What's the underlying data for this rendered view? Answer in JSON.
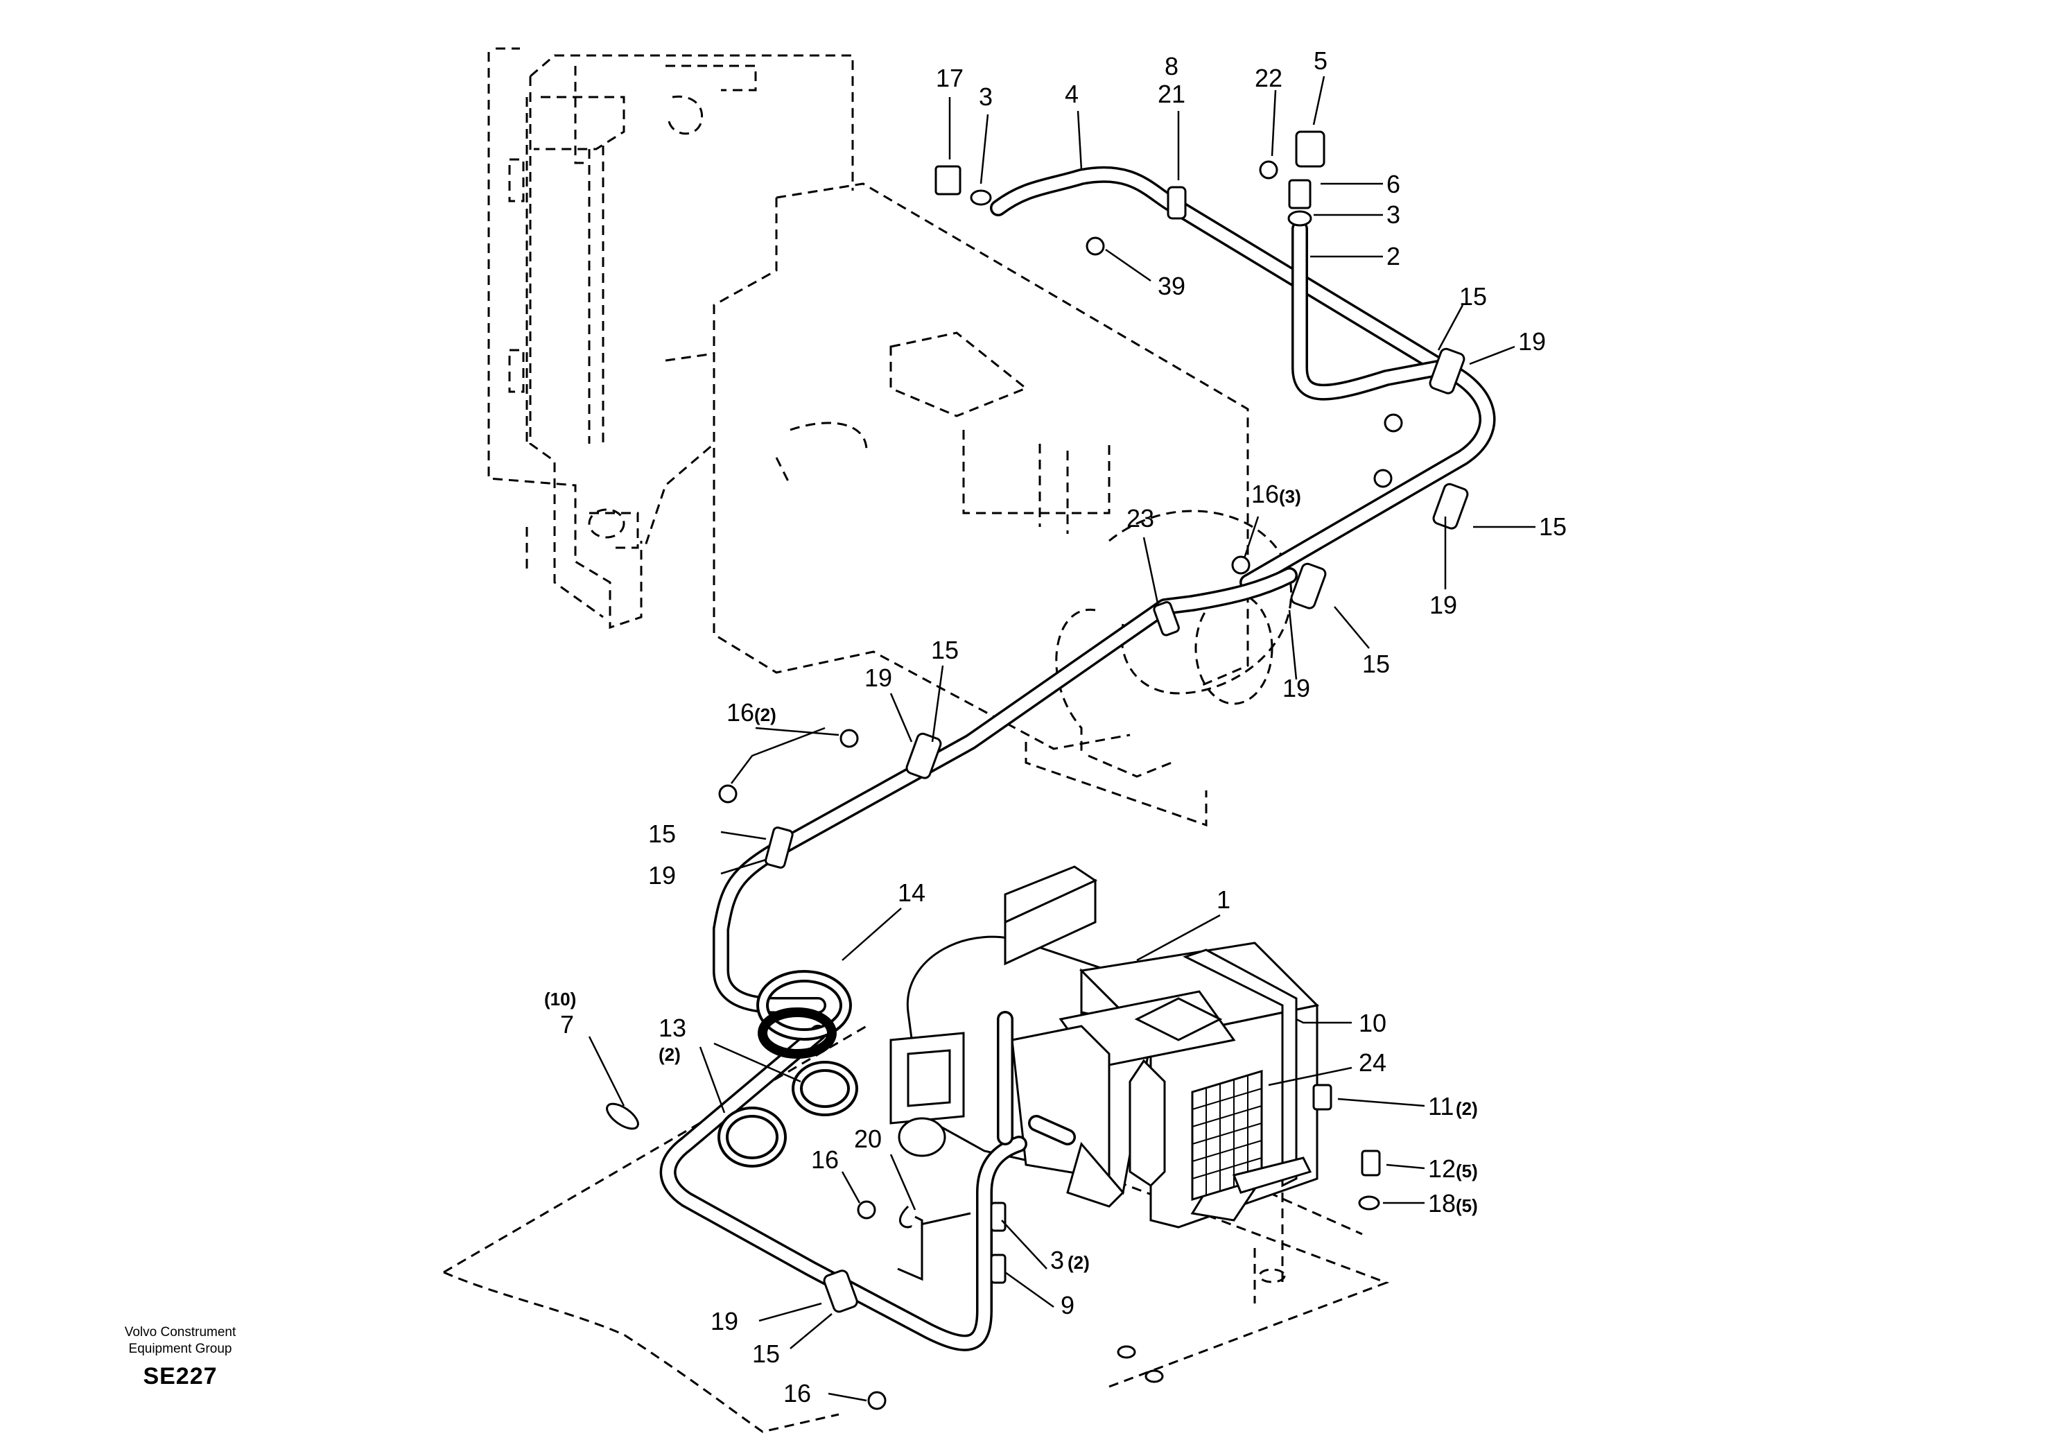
{
  "footer": {
    "company_line1": "Volvo Construment",
    "company_line2": "Equipment Group",
    "drawing_code": "SE227"
  },
  "callouts": {
    "c17": "17",
    "c3_top": "3",
    "c4": "4",
    "c8": "8",
    "c21": "21",
    "c22": "22",
    "c5": "5",
    "c6": "6",
    "c3_mid": "3",
    "c2": "2",
    "c39": "39",
    "c15_a": "15",
    "c19_a": "19",
    "c15_b": "15",
    "c19_b": "19",
    "c16_3": "16",
    "c16_3_qty": "(3)",
    "c23": "23",
    "c19_c": "19",
    "c15_c": "15",
    "c15_d": "15",
    "c19_d": "19",
    "c16_2": "16",
    "c16_2_qty": "(2)",
    "c15_e": "15",
    "c19_e": "19",
    "c14": "14",
    "c1": "1",
    "c10": "10",
    "c24": "24",
    "c7_qty": "(10)",
    "c7": "7",
    "c13": "13",
    "c13_qty": "(2)",
    "c11": "11",
    "c11_qty": "(2)",
    "c12": "12",
    "c12_qty": "(5)",
    "c18": "18",
    "c18_qty": "(5)",
    "c16_f": "16",
    "c20": "20",
    "c3_low": "3",
    "c3_low_qty": "(2)",
    "c9": "9",
    "c19_f": "19",
    "c15_f": "15",
    "c16_g": "16"
  }
}
